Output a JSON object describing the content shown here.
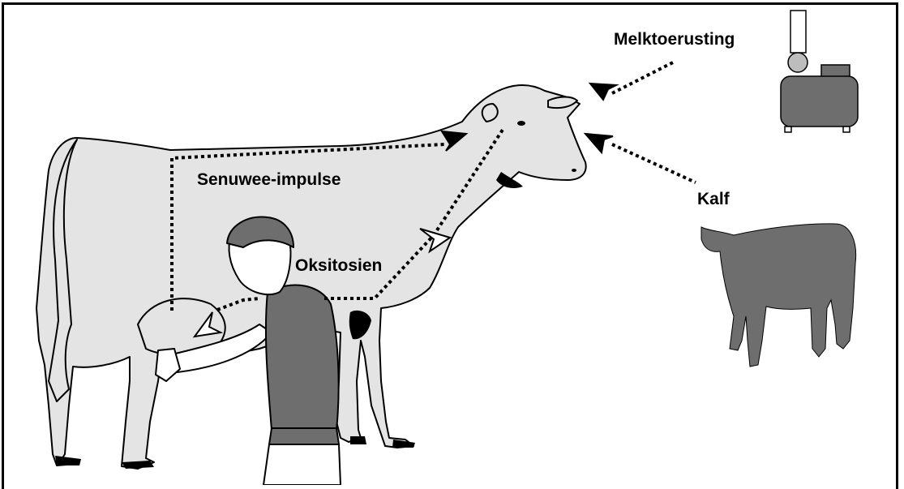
{
  "labels": {
    "milking_equipment": "Melktoerusting",
    "calf": "Kalf",
    "nerve_impulses": "Senuwee-impulse",
    "oxytocin": "Oksitosien"
  },
  "colors": {
    "cow_fill": "#e4e4e4",
    "gray_fill": "#6e6e6e",
    "line": "#000000",
    "background": "#ffffff"
  },
  "icons": [
    "cow-illustration",
    "milker-person-illustration",
    "calf-silhouette",
    "milking-machine-icon",
    "arrow-head-icon"
  ]
}
